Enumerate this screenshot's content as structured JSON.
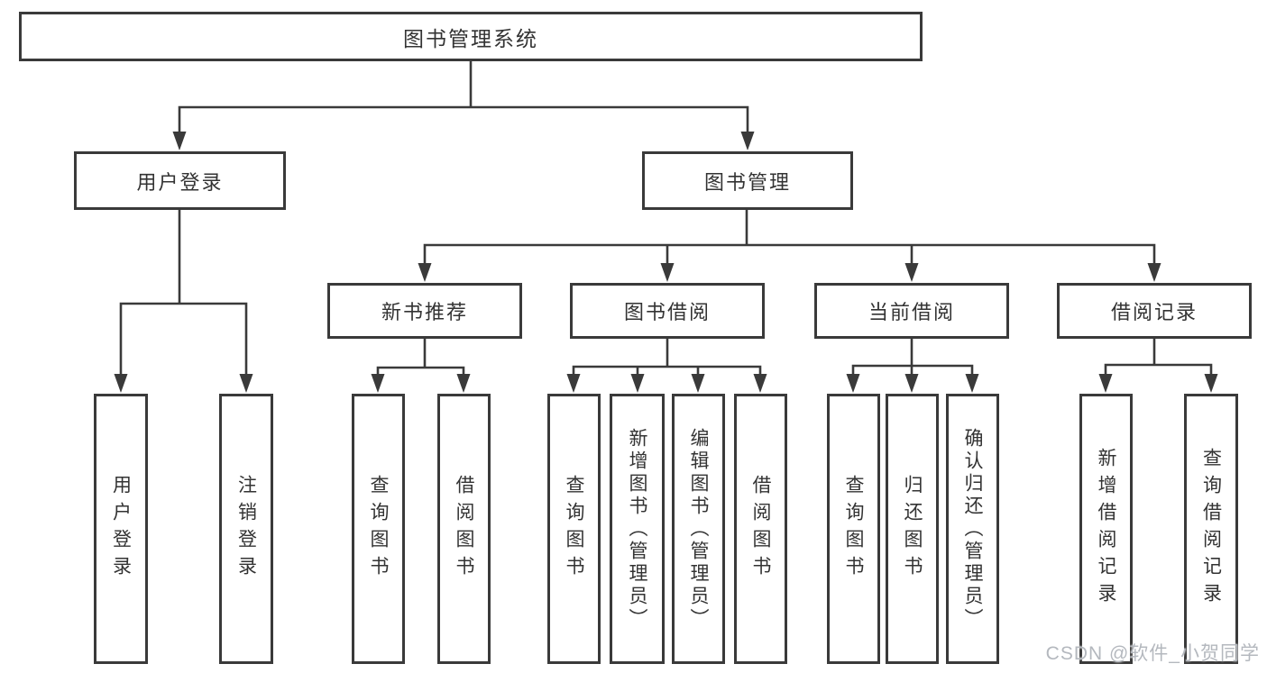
{
  "diagram": {
    "root": {
      "label": "图书管理系统"
    },
    "level2": [
      {
        "id": "user-login",
        "label": "用户登录"
      },
      {
        "id": "book-management",
        "label": "图书管理"
      }
    ],
    "level3": [
      {
        "id": "new-book-recommend",
        "label": "新书推荐"
      },
      {
        "id": "book-borrow",
        "label": "图书借阅"
      },
      {
        "id": "current-borrow",
        "label": "当前借阅"
      },
      {
        "id": "borrow-records",
        "label": "借阅记录"
      }
    ],
    "leaves": [
      {
        "id": "user-login-action",
        "label": "用户登录"
      },
      {
        "id": "logout-action",
        "label": "注销登录"
      },
      {
        "id": "search-books-recommend",
        "label": "查询图书"
      },
      {
        "id": "borrow-books-recommend",
        "label": "借阅图书"
      },
      {
        "id": "search-books-borrow",
        "label": "查询图书"
      },
      {
        "id": "add-books-admin",
        "label": "新增图书（管理员）"
      },
      {
        "id": "edit-books-admin",
        "label": "编辑图书（管理员）"
      },
      {
        "id": "borrow-books",
        "label": "借阅图书"
      },
      {
        "id": "search-books-current",
        "label": "查询图书"
      },
      {
        "id": "return-books",
        "label": "归还图书"
      },
      {
        "id": "confirm-return-admin",
        "label": "确认归还（管理员）"
      },
      {
        "id": "add-borrow-record",
        "label": "新增借阅记录"
      },
      {
        "id": "search-borrow-record",
        "label": "查询借阅记录"
      }
    ]
  },
  "watermark": {
    "text": "CSDN @软件_小贺同学"
  },
  "colors": {
    "line": "#3a3a3a",
    "box_border": "#3a3a3a",
    "background": "#ffffff",
    "text": "#333333",
    "watermark": "#b4b8be"
  }
}
